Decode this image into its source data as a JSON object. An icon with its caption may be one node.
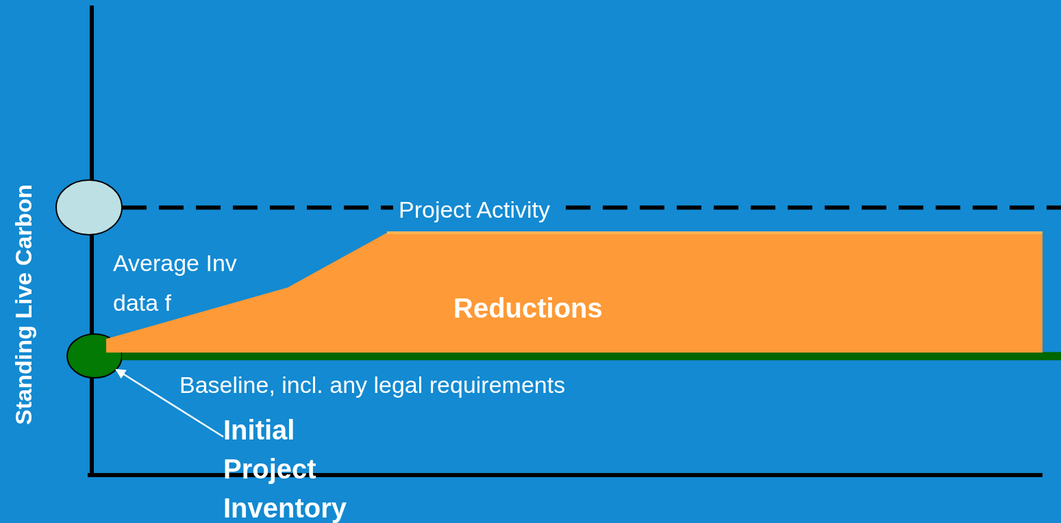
{
  "diagram": {
    "nodes": [
      {
        "text": [],
        "shape": "circle"
      },
      {
        "text": [],
        "shape": "circle"
      },
      {
        "text": [
          "Initial Project Inventory"
        ]
      },
      {
        "text": [
          "Reductions"
        ]
      }
    ],
    "edges": [
      {
        "from": 0,
        "to": null,
        "arrow": "none",
        "style": "dashed",
        "color": "#000000"
      },
      {
        "from": 1,
        "to": null,
        "arrow": "none",
        "style": "thick",
        "color": "#006600"
      },
      {
        "from": 2,
        "to": 1,
        "arrow": "to",
        "color": "#ffffff"
      }
    ],
    "labels": [
      "Standing Live Carbon",
      "Project Activity",
      "Average Inv",
      "data f",
      "Baseline, incl. any legal requirements"
    ]
  }
}
